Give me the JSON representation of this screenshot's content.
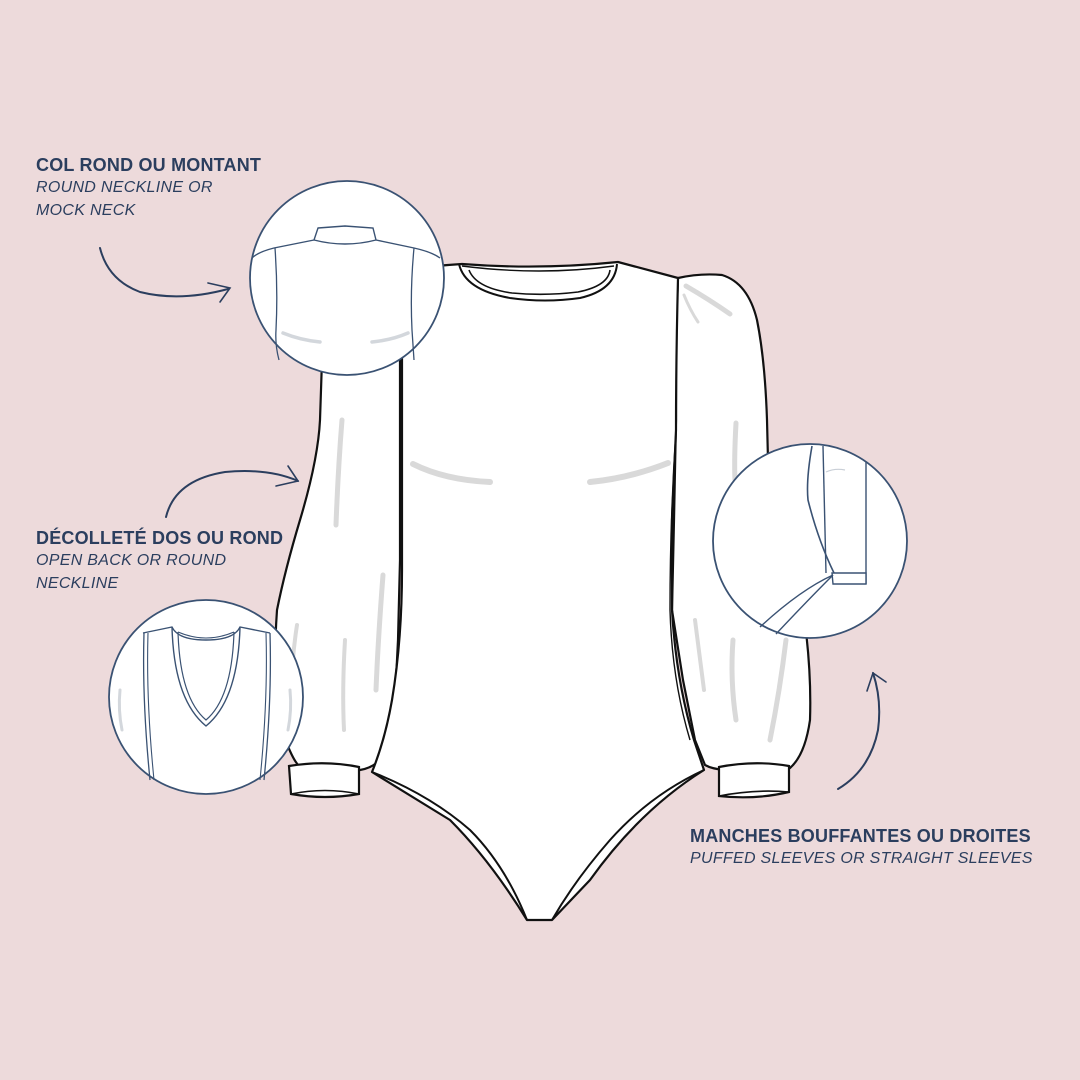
{
  "background_color": "#eddadb",
  "text_color": "#2b3e5e",
  "line_color": "#111111",
  "detail_line_color": "#3a5273",
  "fold_shade_color": "#d9d9d9",
  "annotations": [
    {
      "id": "neckline",
      "title": "COL ROND OU MONTANT",
      "subtitle_lines": [
        "ROUND NECKLINE OR",
        "MOCK NECK"
      ],
      "detail_view": "mock-neck-back"
    },
    {
      "id": "back",
      "title": "DÉCOLLETÉ DOS OU ROND",
      "subtitle_lines": [
        "OPEN BACK OR ROUND",
        "NECKLINE"
      ],
      "detail_view": "scoop-neckline"
    },
    {
      "id": "sleeves",
      "title": "MANCHES BOUFFANTES OU DROITES",
      "subtitle_lines": [
        "PUFFED SLEEVES OR STRAIGHT SLEEVES"
      ],
      "detail_view": "straight-sleeve"
    }
  ],
  "illustration": {
    "subject": "long-sleeve bodysuit technical flat",
    "detail_circles": 3,
    "arrows": 3
  }
}
